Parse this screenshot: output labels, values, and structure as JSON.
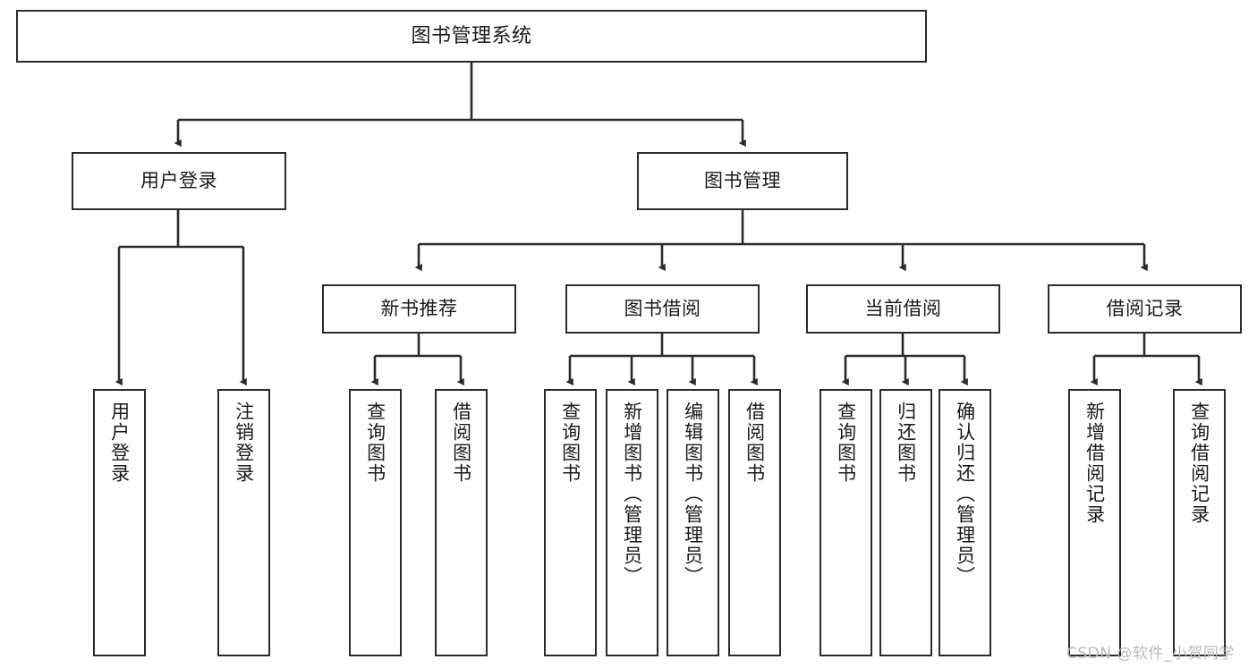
{
  "diagram": {
    "title": "图书管理系统",
    "type": "tree-hierarchy",
    "watermark": "CSDN @软件_小贺同学",
    "colors": {
      "node_border": "#2b2b2b",
      "node_fill": "#ffffff",
      "edge": "#2b2b2b",
      "text": "#1a1a1a",
      "watermark": "#b9b9b9",
      "background": "#ffffff"
    },
    "nodes": {
      "root": {
        "label": "图书管理系统"
      },
      "level1": [
        {
          "id": "user-login",
          "label": "用户登录"
        },
        {
          "id": "book-manage",
          "label": "图书管理"
        }
      ],
      "level2": [
        {
          "id": "new-book-recommend",
          "label": "新书推荐"
        },
        {
          "id": "book-borrow",
          "label": "图书借阅"
        },
        {
          "id": "current-borrow",
          "label": "当前借阅"
        },
        {
          "id": "borrow-record",
          "label": "借阅记录"
        }
      ],
      "leaves": [
        {
          "id": "leaf-user-login",
          "label": "用户登录",
          "parent": "user-login"
        },
        {
          "id": "leaf-logout",
          "label": "注销登录",
          "parent": "user-login"
        },
        {
          "id": "leaf-query-book-1",
          "label": "查询图书",
          "parent": "new-book-recommend"
        },
        {
          "id": "leaf-borrow-book-1",
          "label": "借阅图书",
          "parent": "new-book-recommend"
        },
        {
          "id": "leaf-query-book-2",
          "label": "查询图书",
          "parent": "book-borrow"
        },
        {
          "id": "leaf-add-book",
          "label": "新增图书（管理员）",
          "parent": "book-borrow"
        },
        {
          "id": "leaf-edit-book",
          "label": "编辑图书（管理员）",
          "parent": "book-borrow"
        },
        {
          "id": "leaf-borrow-book-2",
          "label": "借阅图书",
          "parent": "book-borrow"
        },
        {
          "id": "leaf-query-book-3",
          "label": "查询图书",
          "parent": "current-borrow"
        },
        {
          "id": "leaf-return-book",
          "label": "归还图书",
          "parent": "current-borrow"
        },
        {
          "id": "leaf-confirm-return",
          "label": "确认归还（管理员）",
          "parent": "current-borrow"
        },
        {
          "id": "leaf-add-record",
          "label": "新增借阅记录",
          "parent": "borrow-record"
        },
        {
          "id": "leaf-query-record",
          "label": "查询借阅记录",
          "parent": "borrow-record"
        }
      ]
    }
  }
}
